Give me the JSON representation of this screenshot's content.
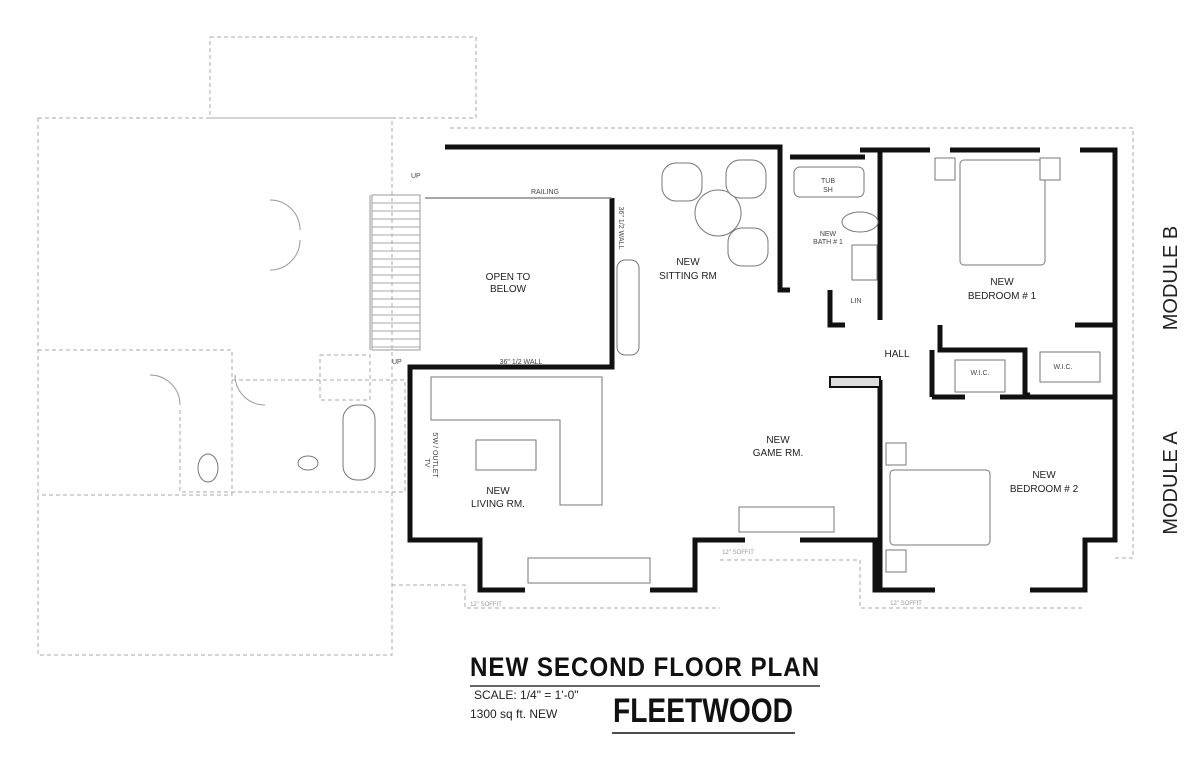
{
  "title": "NEW SECOND FLOOR  PLAN",
  "scale": "SCALE: 1/4\" = 1'-0\"",
  "area": "1300 sq ft. NEW",
  "project": "FLEETWOOD",
  "modules": {
    "b": "MODULE B",
    "a": "MODULE A"
  },
  "rooms": {
    "open_below": [
      "OPEN TO",
      "BELOW"
    ],
    "sitting": [
      "NEW",
      "SITTING RM"
    ],
    "bath": [
      "NEW",
      "BATH # 1"
    ],
    "tub": [
      "TUB",
      "SH"
    ],
    "lin": "LIN",
    "hall": "HALL",
    "bed1": [
      "NEW",
      "BEDROOM # 1"
    ],
    "bed2": [
      "NEW",
      "BEDROOM # 2"
    ],
    "wic1": "W.I.C.",
    "wic2": "W.I.C.",
    "game": [
      "NEW",
      "GAME RM."
    ],
    "living": [
      "NEW",
      "LIVING RM."
    ]
  },
  "notes": {
    "up1": "UP",
    "up2": "UP",
    "railing": "RAILING",
    "half_wall_v": "36\" 1/2 WALL",
    "half_wall_h": "36\" 1/2 WALL",
    "tv": "5'W / OUTLET",
    "tv2": "TV",
    "soffit1": "12\" SOFFIT",
    "soffit2": "12\" SOFFIT",
    "soffit3": "12\" SOFFIT"
  }
}
